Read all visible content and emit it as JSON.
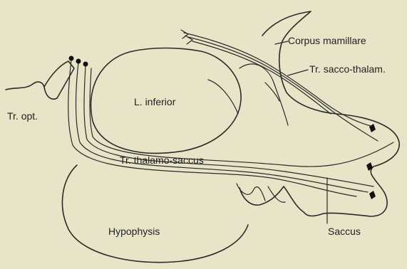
{
  "labels": {
    "corpus_mamillare": "Corpus mamillare",
    "tr_sacco_thalam": "Tr. sacco-thalam.",
    "l_inferior": "L. inferior",
    "tr_opt": "Tr. opt.",
    "tr_thalamo_saccus": "Tr. thalamo-saccus",
    "hypophysis": "Hypophysis",
    "saccus": "Saccus"
  },
  "colors": {
    "background": "#e8e4c8",
    "ink": "#2a2a2a"
  }
}
